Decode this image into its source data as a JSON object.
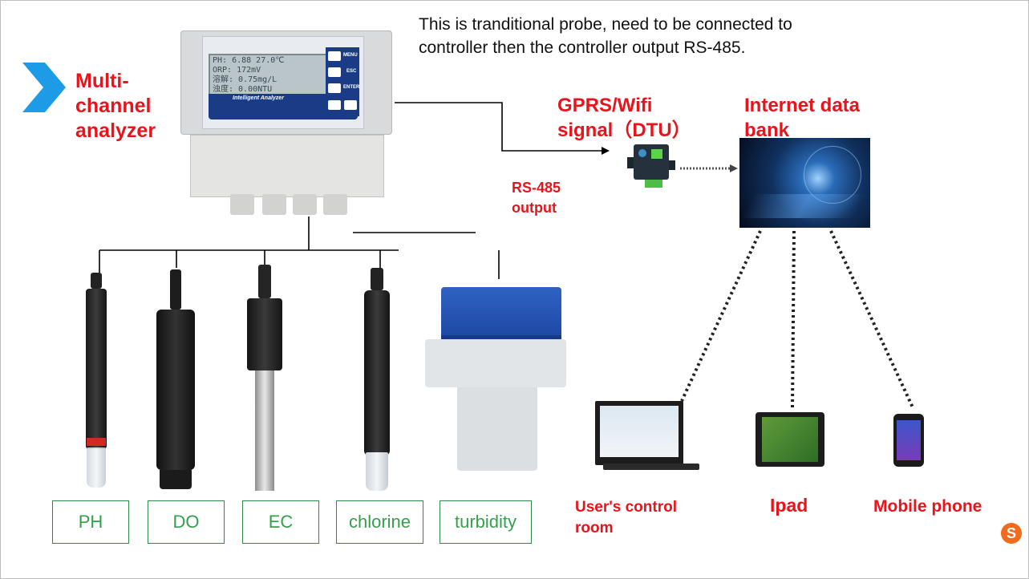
{
  "note": {
    "line1": "This is tranditional probe, need to be connected to",
    "line2": "controller then the controller output RS-485."
  },
  "analyzer": {
    "label_line1": "Multi-",
    "label_line2": "channel",
    "label_line3": "analyzer",
    "screen_line1": "PH: 6.88  27.0℃",
    "screen_line2": "ORP: 172mV",
    "screen_line3": "溶解: 0.75mg/L",
    "screen_line4": "浊度: 0.00NTU",
    "brand": "Intelligent Analyzer",
    "buttons": [
      "MENU",
      "ESC",
      "ENTER"
    ]
  },
  "gprs": {
    "line1": "GPRS/Wifi",
    "line2": "signal（DTU）"
  },
  "rs485": {
    "line1": "RS-485",
    "line2": "output"
  },
  "bank": {
    "line1": "Internet data",
    "line2": "bank"
  },
  "probes": [
    "PH",
    "DO",
    "EC",
    "chlorine",
    "turbidity"
  ],
  "clients": {
    "control_room_line1": "User's control",
    "control_room_line2": "room",
    "ipad": "Ipad",
    "phone": "Mobile phone"
  },
  "colors": {
    "accent": "#e8141b",
    "probe_text": "#33a04c",
    "chevron": "#1e9be6"
  },
  "icons": [
    "chevron-right-icon",
    "sogou-icon"
  ]
}
